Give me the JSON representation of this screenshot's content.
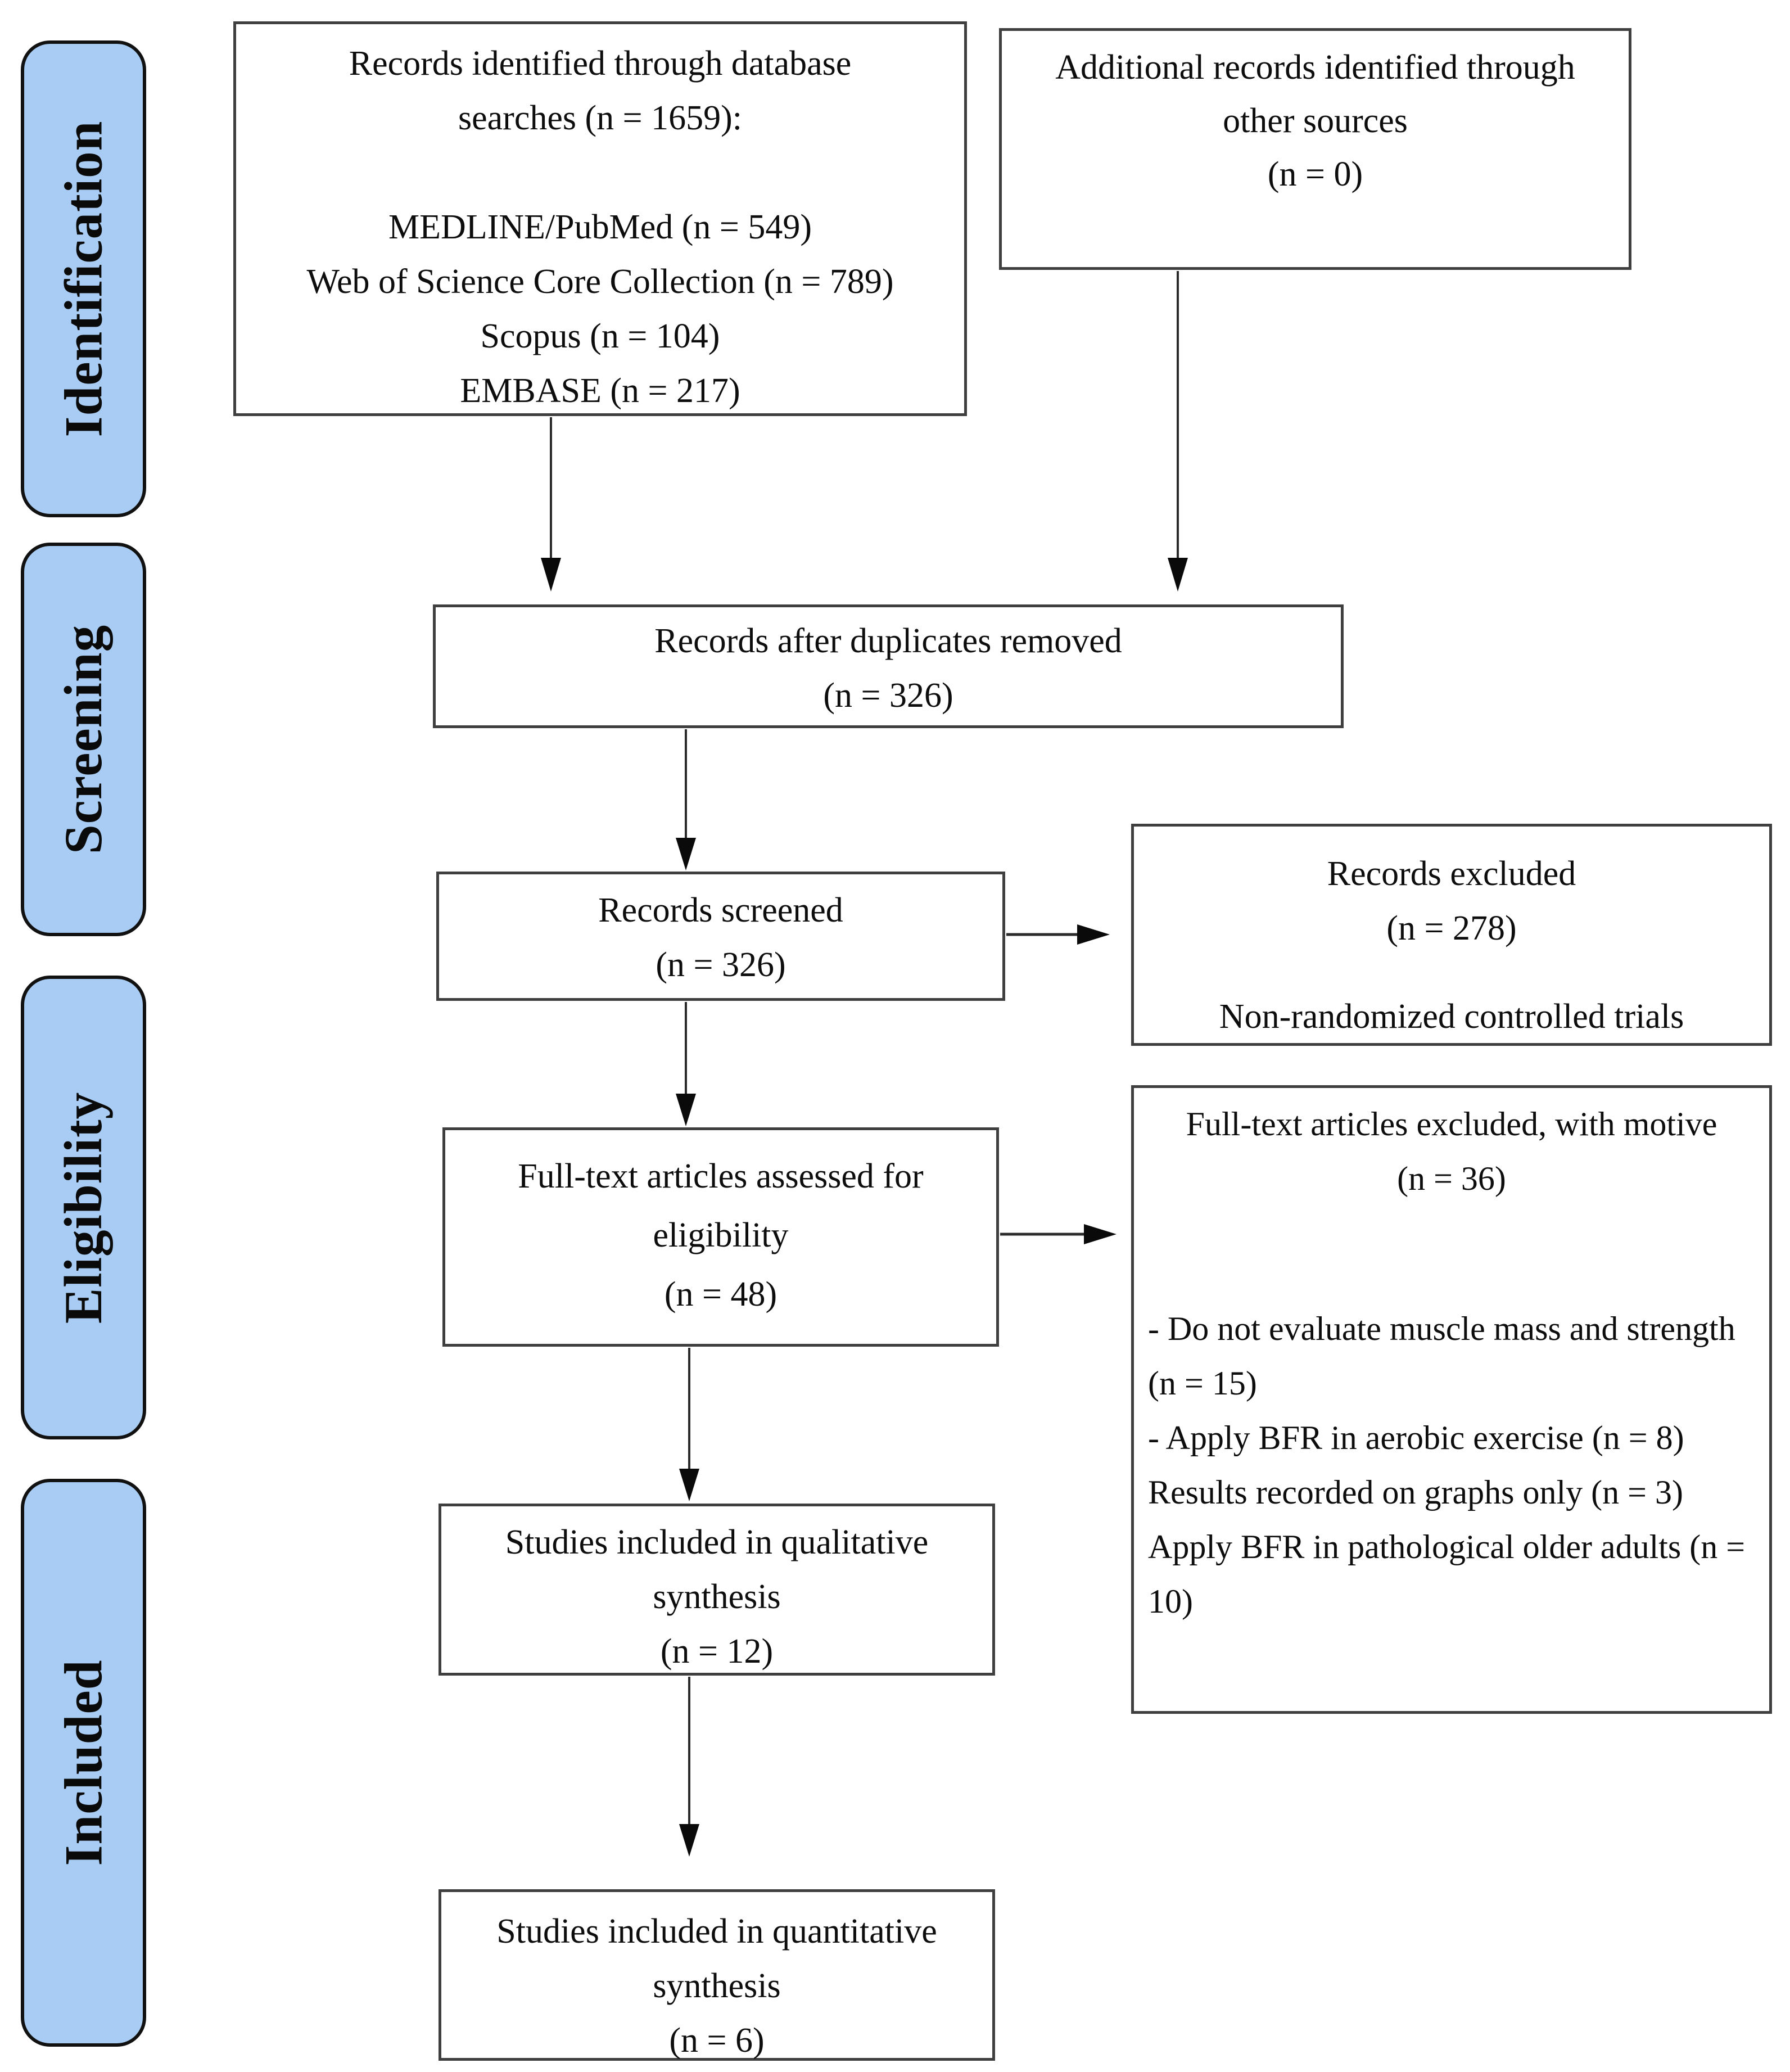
{
  "diagram_type": "PRISMA flow diagram",
  "colors": {
    "stage_fill": "#A8CCF3",
    "stage_border": "#111111",
    "box_border": "#3F3F3F",
    "arrow_color": "#2B2B2B",
    "text_color": "#0D0D0D"
  },
  "sidebar": {
    "stages": [
      {
        "label": "Identification"
      },
      {
        "label": "Screening"
      },
      {
        "label": "Eligibility"
      },
      {
        "label": "Included"
      }
    ]
  },
  "boxes": {
    "identified": {
      "line1": "Records identified through database",
      "line2": "searches (n = 1659):",
      "sources": [
        "MEDLINE/PubMed (n = 549)",
        "Web of Science Core Collection (n = 789)",
        "Scopus (n = 104)",
        "EMBASE (n = 217)"
      ]
    },
    "additional": {
      "line1": "Additional records identified through",
      "line2": "other sources",
      "count": "(n = 0)"
    },
    "deduplicated": {
      "line1": "Records after duplicates removed",
      "count": "(n = 326)"
    },
    "screened": {
      "line1": "Records screened",
      "count": "(n = 326)"
    },
    "records_excluded": {
      "line1": "Records excluded",
      "count": "(n = 278)",
      "reason": "Non-randomized controlled trials"
    },
    "fulltext_assessed": {
      "line1": "Full-text articles assessed for",
      "line2": "eligibility",
      "count": "(n = 48)"
    },
    "fulltext_excluded": {
      "line1": "Full-text articles excluded, with motive",
      "count": "(n = 36)",
      "motives": [
        "- Do not evaluate muscle mass and strength (n = 15)",
        "- Apply BFR in aerobic exercise (n = 8)",
        "Results recorded on graphs only (n = 3)",
        "Apply BFR in pathological older adults (n = 10)"
      ]
    },
    "qualitative": {
      "line1": "Studies included in qualitative",
      "line2": "synthesis",
      "count": "(n = 12)"
    },
    "quantitative": {
      "line1": "Studies included in quantitative",
      "line2": "synthesis",
      "count": "(n = 6)"
    }
  }
}
